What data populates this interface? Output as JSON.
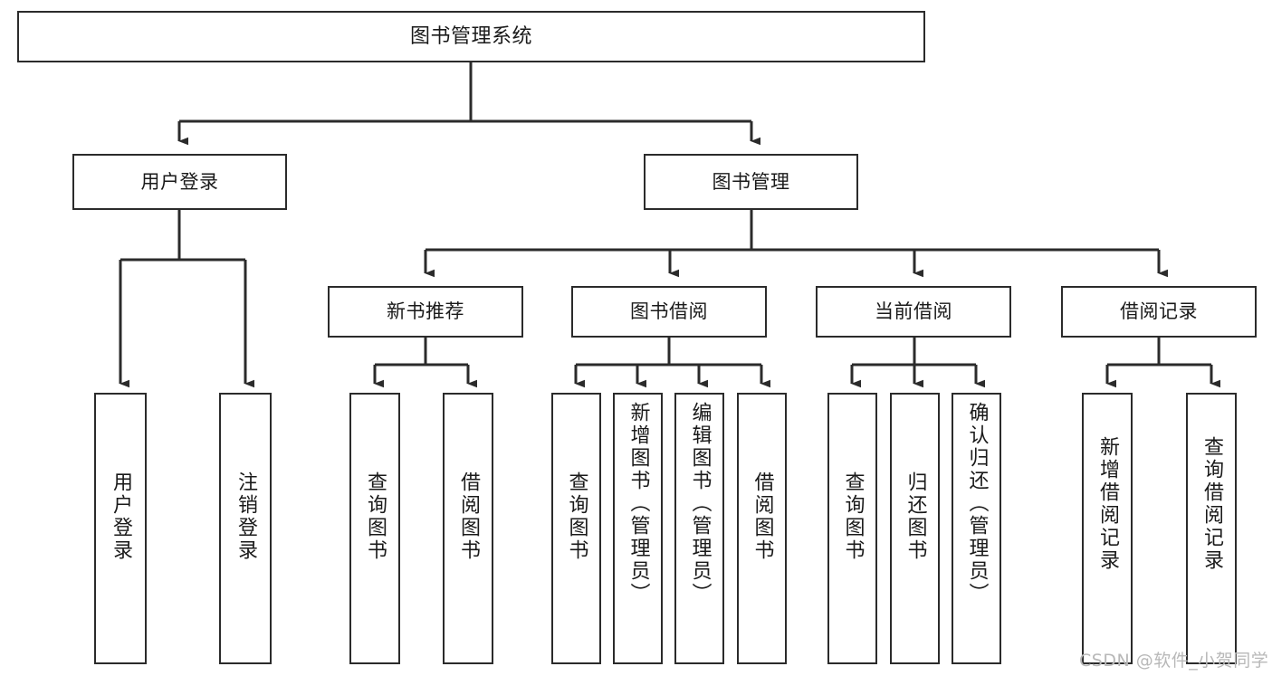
{
  "diagram": {
    "title": "图书管理系统",
    "type": "hierarchy-tree",
    "watermark": "CSDN @软件_小贺同学",
    "colors": {
      "box_border": "#2b2b2b",
      "box_fill": "#ffffff",
      "connector": "#2b2b2b",
      "background": "#ffffff",
      "watermark": "#b8b8b8"
    },
    "levels": {
      "level1": [
        "图书管理系统"
      ],
      "level2": [
        "用户登录",
        "图书管理"
      ],
      "level3": [
        "新书推荐",
        "图书借阅",
        "当前借阅",
        "借阅记录"
      ],
      "level4": [
        "用户登录",
        "注销登录",
        "查询图书",
        "借阅图书",
        "查询图书",
        "新增图书（管理员）",
        "编辑图书（管理员）",
        "借阅图书",
        "查询图书",
        "归还图书",
        "确认归还（管理员）",
        "新增借阅记录",
        "查询借阅记录"
      ]
    },
    "nodes": {
      "root": {
        "label": "图书管理系统"
      },
      "user_login": {
        "label": "用户登录"
      },
      "book_manage": {
        "label": "图书管理"
      },
      "new_book_rec": {
        "label": "新书推荐"
      },
      "book_borrow": {
        "label": "图书借阅"
      },
      "current_borrow": {
        "label": "当前借阅"
      },
      "borrow_record": {
        "label": "借阅记录"
      },
      "leaf_user_login": {
        "label": "用户登录"
      },
      "leaf_logout": {
        "label": "注销登录"
      },
      "leaf_query_book_a": {
        "label": "查询图书"
      },
      "leaf_borrow_book_a": {
        "label": "借阅图书"
      },
      "leaf_query_book_b": {
        "label": "查询图书"
      },
      "leaf_add_book": {
        "label": "新增图书（管理员）"
      },
      "leaf_edit_book": {
        "label": "编辑图书（管理员）"
      },
      "leaf_borrow_book_b": {
        "label": "借阅图书"
      },
      "leaf_query_book_c": {
        "label": "查询图书"
      },
      "leaf_return_book": {
        "label": "归还图书"
      },
      "leaf_confirm_return": {
        "label": "确认归还（管理员）"
      },
      "leaf_add_record": {
        "label": "新增借阅记录"
      },
      "leaf_query_record": {
        "label": "查询借阅记录"
      }
    }
  }
}
